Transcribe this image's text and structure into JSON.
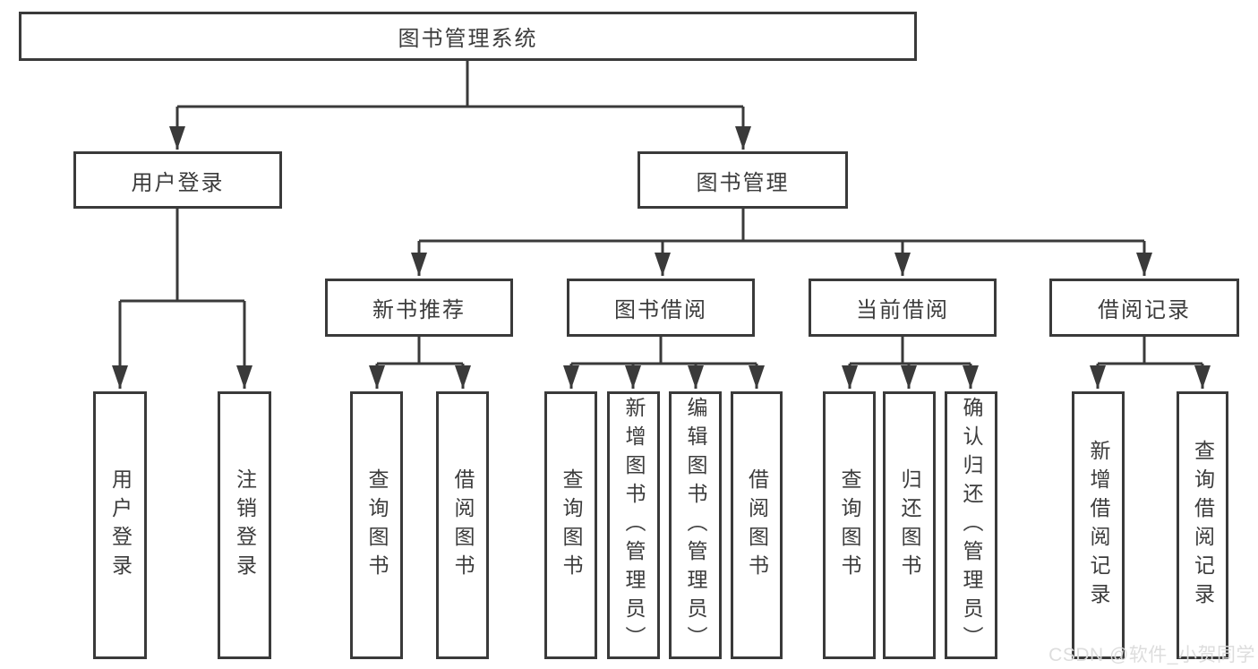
{
  "diagram": {
    "root": {
      "label": "图书管理系统"
    },
    "level2": [
      {
        "label": "用户登录"
      },
      {
        "label": "图书管理"
      }
    ],
    "level3": [
      {
        "label": "新书推荐",
        "parent": "图书管理"
      },
      {
        "label": "图书借阅",
        "parent": "图书管理"
      },
      {
        "label": "当前借阅",
        "parent": "图书管理"
      },
      {
        "label": "借阅记录",
        "parent": "图书管理"
      }
    ],
    "leaves": [
      {
        "label": "用户登录",
        "parent": "用户登录"
      },
      {
        "label": "注销登录",
        "parent": "用户登录"
      },
      {
        "label": "查询图书",
        "parent": "新书推荐"
      },
      {
        "label": "借阅图书",
        "parent": "新书推荐"
      },
      {
        "label": "查询图书",
        "parent": "图书借阅"
      },
      {
        "label": "新增图书（管理员）",
        "parent": "图书借阅"
      },
      {
        "label": "编辑图书（管理员）",
        "parent": "图书借阅"
      },
      {
        "label": "借阅图书",
        "parent": "图书借阅"
      },
      {
        "label": "查询图书",
        "parent": "当前借阅"
      },
      {
        "label": "归还图书",
        "parent": "当前借阅"
      },
      {
        "label": "确认归还（管理员）",
        "parent": "当前借阅"
      },
      {
        "label": "新增借阅记录",
        "parent": "借阅记录"
      },
      {
        "label": "查询借阅记录",
        "parent": "借阅记录"
      }
    ]
  },
  "watermark": {
    "text": "CSDN @软件_小贺同学"
  },
  "colors": {
    "line": "#3a3a3a",
    "text": "#3c3c3c",
    "background": "#ffffff",
    "watermark": "#dbdbdb"
  }
}
